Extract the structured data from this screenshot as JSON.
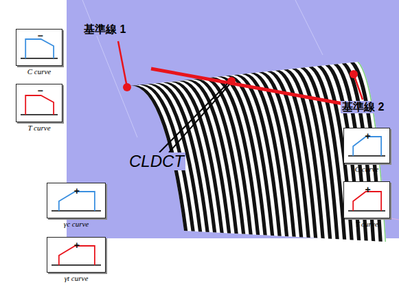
{
  "diagram": {
    "nodes": [
      {
        "text": [
          "−",
          "C curve"
        ]
      },
      {
        "text": [
          "−",
          "T curve"
        ]
      },
      {
        "text": [
          "+",
          "C curve"
        ]
      },
      {
        "text": [
          "+",
          "T curve"
        ]
      },
      {
        "text": [
          "+",
          "γc curve"
        ]
      },
      {
        "text": [
          "+",
          "γt curve"
        ]
      }
    ],
    "labels": [
      "基準線 1",
      "基準線 2",
      "CLDCT"
    ]
  }
}
